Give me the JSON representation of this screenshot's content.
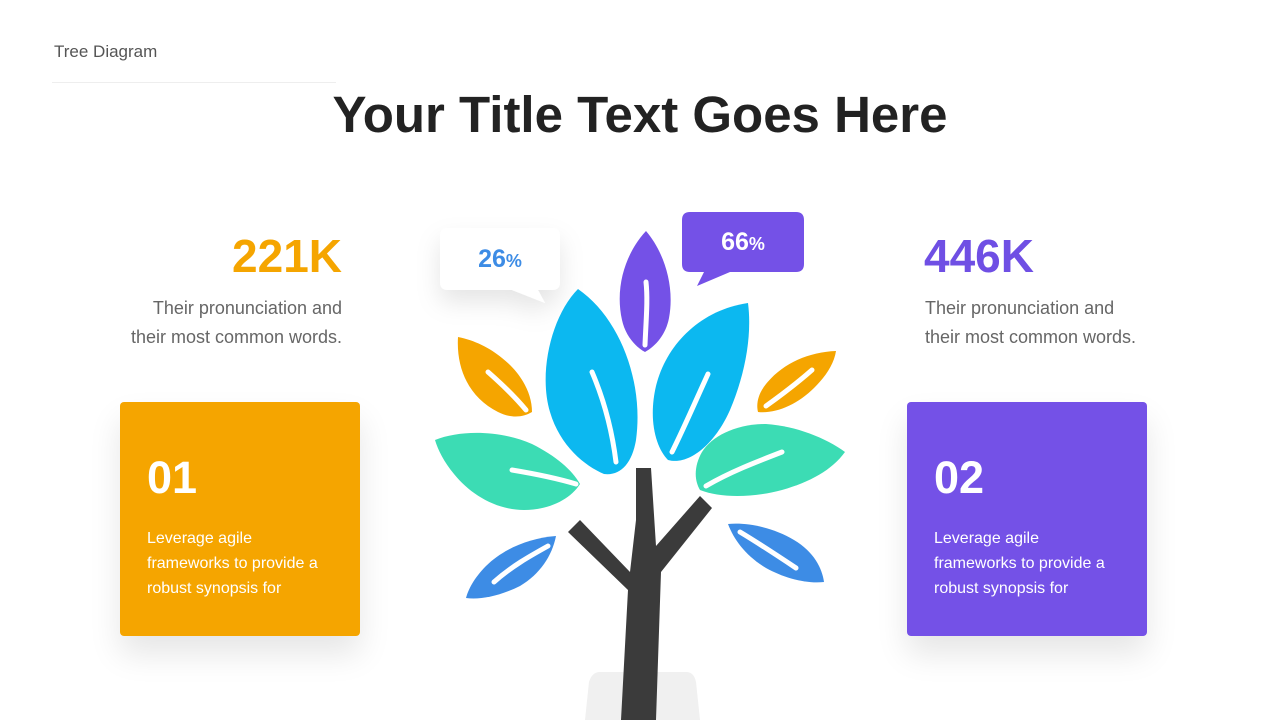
{
  "header": {
    "label": "Tree Diagram",
    "title": "Your Title Text Goes Here"
  },
  "left": {
    "stat": "221K",
    "desc_line1": "Their pronunciation and",
    "desc_line2": "their most common words.",
    "card": {
      "number": "01",
      "text": "Leverage agile frameworks to provide a robust synopsis for"
    }
  },
  "right": {
    "stat": "446K",
    "desc_line1": "Their pronunciation and",
    "desc_line2": "their most common words.",
    "card": {
      "number": "02",
      "text": "Leverage agile frameworks to provide a robust synopsis for"
    }
  },
  "callouts": {
    "left": {
      "value": "26",
      "unit": "%"
    },
    "right": {
      "value": "66",
      "unit": "%"
    }
  },
  "colors": {
    "orange": "#f5a500",
    "purple": "#7451e7",
    "sky": "#0cb8f0",
    "teal": "#3cdcb4",
    "blue": "#3d8ce5",
    "trunk": "#3b3b3b"
  }
}
